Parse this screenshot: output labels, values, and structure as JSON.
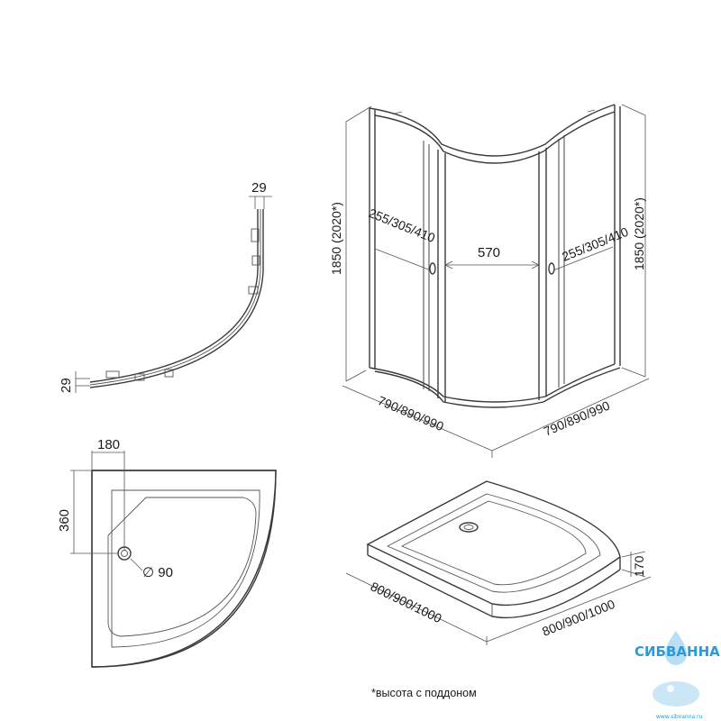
{
  "plan_view": {
    "top_width": "29",
    "side_width": "29"
  },
  "cabin_view": {
    "height_left": "1850 (2020*)",
    "height_right": "1850 (2020*)",
    "door_width": "570",
    "panel_left": "255/305/410",
    "panel_right": "255/305/410",
    "base_left": "790/890/990",
    "base_right": "790/890/990"
  },
  "tray_top_view": {
    "offset_x": "180",
    "offset_y": "360",
    "drain_diameter": "∅ 90"
  },
  "tray_iso_view": {
    "height": "170",
    "size_left": "800/900/1000",
    "size_right": "800/900/1000"
  },
  "footnote": "*высота с поддоном",
  "watermark": {
    "brand": "СИБВАННА",
    "url": "www.sibvanna.ru",
    "color": "#2a9ad8"
  }
}
